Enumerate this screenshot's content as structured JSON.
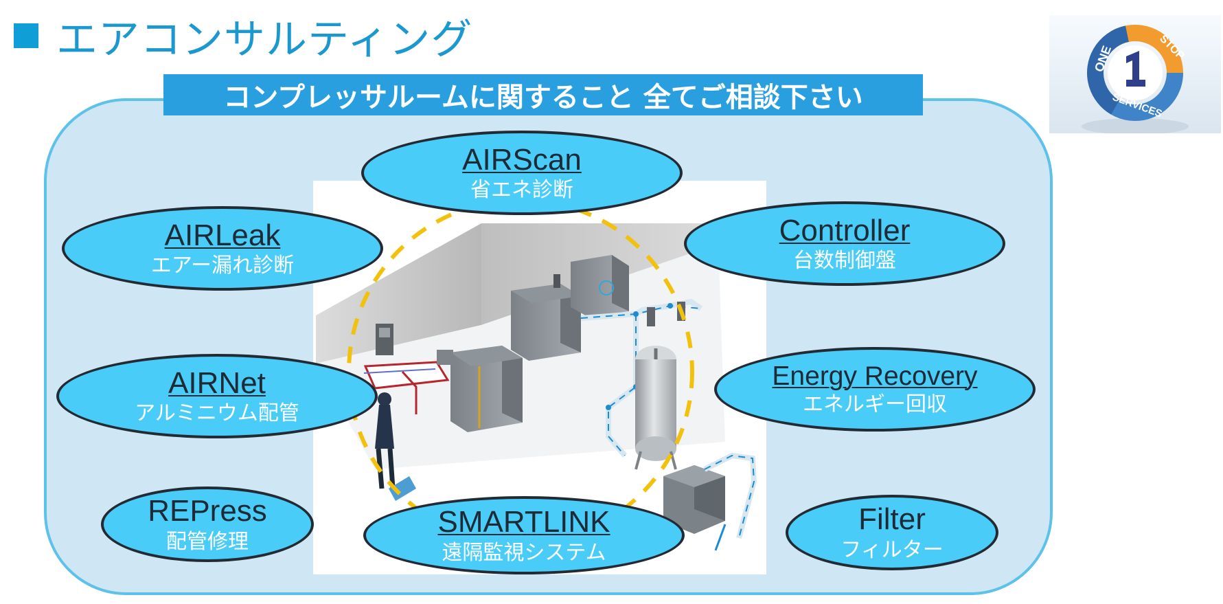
{
  "header": {
    "title": "エアコンサルティング",
    "banner": "コンプレッサルームに関すること 全てご相談下さい"
  },
  "badge": {
    "words": [
      "ONE",
      "STOP",
      "SERVICES"
    ],
    "number": "1"
  },
  "services": {
    "airscan": {
      "main": "AIRScan",
      "sub": "省エネ診断"
    },
    "airleak": {
      "main": "AIRLeak",
      "sub": "エアー漏れ診断"
    },
    "controller": {
      "main": "Controller",
      "sub": "台数制御盤"
    },
    "airnet": {
      "main": "AIRNet",
      "sub": "アルミニウム配管"
    },
    "energy": {
      "main": "Energy Recovery",
      "sub": "エネルギー回収"
    },
    "repress": {
      "main": "REPress",
      "sub": "配管修理"
    },
    "smartlink": {
      "main": "SMARTLINK",
      "sub": "遠隔監視システム"
    },
    "filter": {
      "main": "Filter",
      "sub": "フィルター"
    }
  },
  "colors": {
    "title": "#1b98cf",
    "banner": "#2a9fe0",
    "panel": "#cfe7f4",
    "panel_border": "#5cc2ea",
    "oval_fill": "#49ccf7",
    "oval_border": "#232a33",
    "dashed_circle": "#f2c10e"
  }
}
